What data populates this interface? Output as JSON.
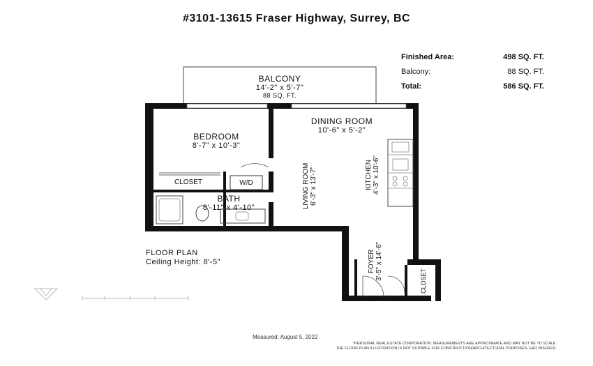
{
  "title": "#3101-13615 Fraser Highway, Surrey, BC",
  "summary": [
    {
      "label": "Finished Area:",
      "value": "498 SQ. FT.",
      "bold": true
    },
    {
      "label": "Balcony:",
      "value": "88 SQ. FT.",
      "bold": false
    },
    {
      "label": "Total:",
      "value": "586 SQ. FT.",
      "bold": true
    }
  ],
  "rooms": {
    "balcony": {
      "name": "BALCONY",
      "dims": "14'-2\" x 5'-7\"",
      "area": "88 SQ. FT."
    },
    "bedroom": {
      "name": "BEDROOM",
      "dims": "8'-7\" x 10'-3\""
    },
    "dining": {
      "name": "DINING ROOM",
      "dims": "10'-6\" x 5'-2\""
    },
    "living": {
      "name": "LIVING ROOM",
      "dims": "6'-3\" x 13'-7\""
    },
    "kitchen": {
      "name": "KITCHEN",
      "dims": "4'-3\" x 10'-6\""
    },
    "closet_bedroom": {
      "name": "CLOSET"
    },
    "wd": {
      "name": "W/D"
    },
    "bath": {
      "name": "BATH",
      "dims": "8'-11\" x 4'-10\""
    },
    "foyer": {
      "name": "FOYER",
      "dims": "3'-5\" x 14'-6\""
    },
    "closet_foyer": {
      "name": "CLOSET"
    }
  },
  "floor_plan": {
    "label": "FLOOR PLAN",
    "ceiling": "Ceiling Height: 8'-5\""
  },
  "measured": "Measured: August 5, 2022",
  "disclaimer": {
    "line1": "*PERSONAL REAL ESTATE CORPORATION. MEASUREMENTS ARE APPROXIMATE AND MAY NOT BE TO SCALE.",
    "line2": "THE FLOOR PLAN ILLUSTRATION IS NOT SUITABLE FOR CONSTRUCTION/ARCHITECTURAL PURPOSES. E&O INSURED."
  },
  "colors": {
    "wall": "#111111",
    "fixture": "#555555",
    "text": "#111111"
  }
}
